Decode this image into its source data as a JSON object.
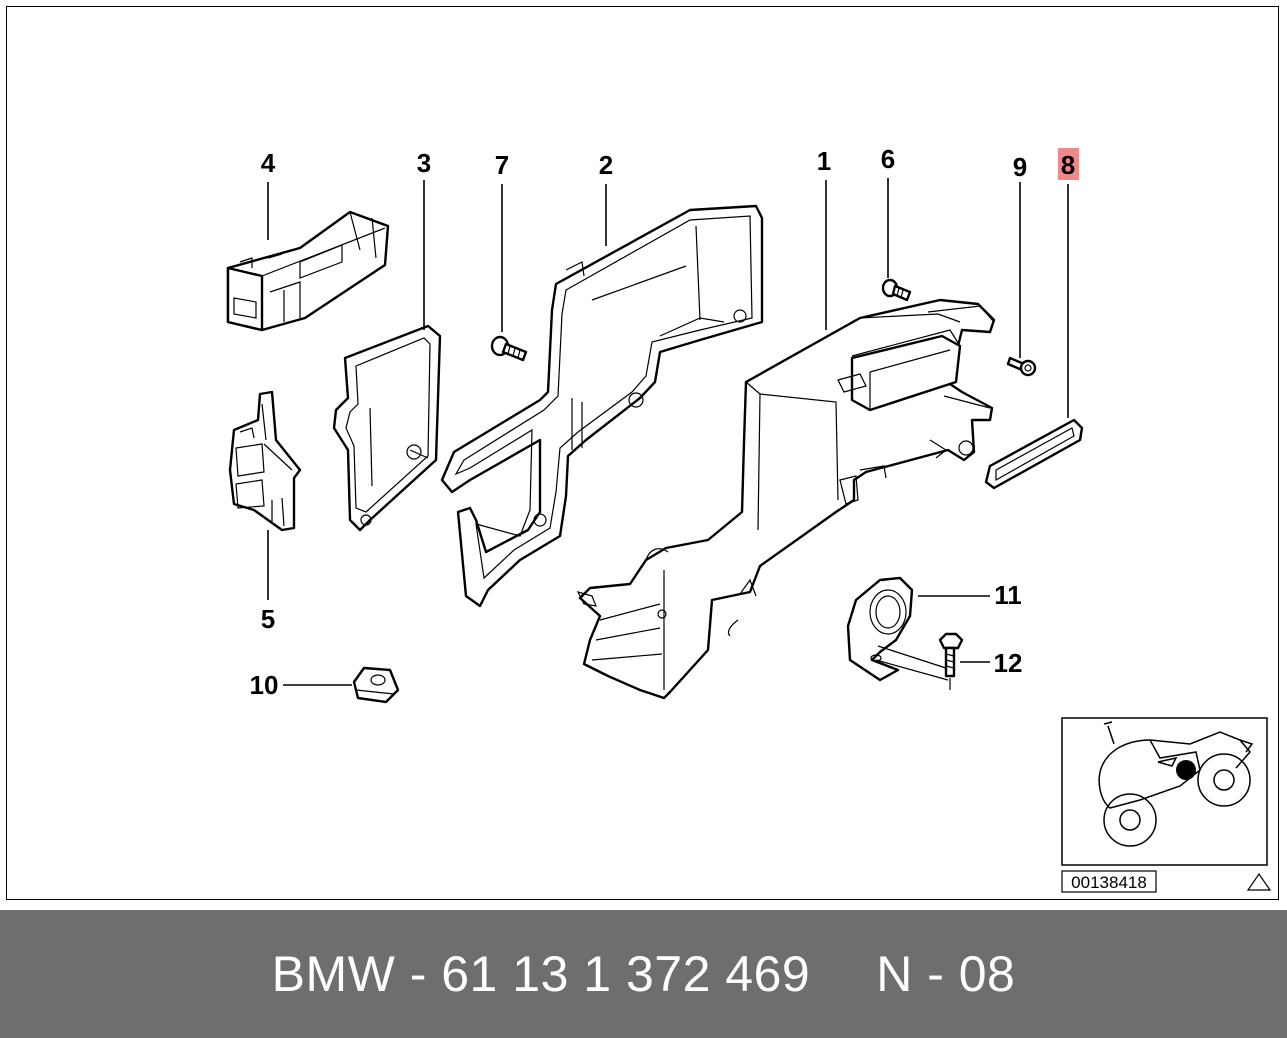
{
  "callouts": [
    {
      "label": "4"
    },
    {
      "label": "3"
    },
    {
      "label": "7"
    },
    {
      "label": "2"
    },
    {
      "label": "1"
    },
    {
      "label": "6"
    },
    {
      "label": "9"
    },
    {
      "label": "8",
      "highlighted": true
    },
    {
      "label": "5"
    },
    {
      "label": "10"
    },
    {
      "label": "11"
    },
    {
      "label": "12"
    }
  ],
  "highlight_color": "#f08a8a",
  "reference_number": "00138418",
  "warning_icon": "triangle-warning-icon",
  "footer": {
    "part_number": "BMW - 61 13 1 372 469",
    "code": "N - 08",
    "background": "#6e6e6e"
  }
}
